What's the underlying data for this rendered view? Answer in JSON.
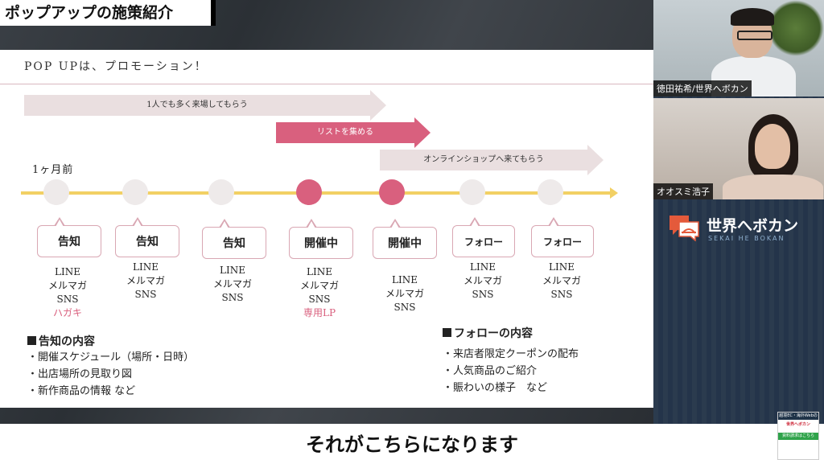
{
  "banner": {
    "title": "ポップアップの施策紹介"
  },
  "slide": {
    "heading": "POP UPは、プロモーション！",
    "arrows": [
      {
        "label": "1人でも多く来場してもらう"
      },
      {
        "label": "リストを集める"
      },
      {
        "label": "オンラインショップへ来てもらう"
      }
    ],
    "month_label": "1ヶ月前",
    "stages": [
      {
        "label": "告知",
        "channels": [
          "LINE",
          "メルマガ",
          "SNS"
        ],
        "highlight": "ハガキ"
      },
      {
        "label": "告知",
        "channels": [
          "LINE",
          "メルマガ",
          "SNS"
        ],
        "highlight": ""
      },
      {
        "label": "告知",
        "channels": [
          "LINE",
          "メルマガ",
          "SNS"
        ],
        "highlight": ""
      },
      {
        "label": "開催中",
        "channels": [
          "LINE",
          "メルマガ",
          "SNS"
        ],
        "highlight": "専用LP"
      },
      {
        "label": "開催中",
        "channels": [
          "LINE",
          "メルマガ",
          "SNS"
        ],
        "highlight": ""
      },
      {
        "label": "フォロー",
        "channels": [
          "LINE",
          "メルマガ",
          "SNS"
        ],
        "highlight": ""
      },
      {
        "label": "フォロー",
        "channels": [
          "LINE",
          "メルマガ",
          "SNS"
        ],
        "highlight": ""
      }
    ],
    "notice_section": {
      "title": "告知の内容",
      "items": [
        "開催スケジュール（場所・日時）",
        "出店場所の見取り図",
        "新作商品の情報 など"
      ]
    },
    "follow_section": {
      "title": "フォローの内容",
      "items": [
        "来店者限定クーポンの配布",
        "人気商品のご紹介",
        "賑わいの様子　など"
      ]
    },
    "colors": {
      "accent_pink": "#d9607e",
      "timeline_yellow": "#f2d064"
    }
  },
  "webcams": [
    {
      "name": "徳田祐希/世界へボカン"
    },
    {
      "name": "オオスミ浩子"
    }
  ],
  "brand": {
    "name": "世界へボカン",
    "sub": "SEKAI HE BOKAN"
  },
  "subtitle": "それがこちらになります",
  "qr": {
    "top": "越境EC・海外Webの",
    "middle": "世界へボカン",
    "bottom": "資料請求はこちら"
  }
}
